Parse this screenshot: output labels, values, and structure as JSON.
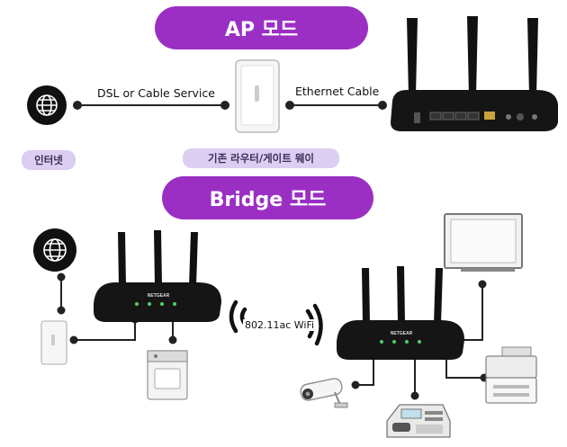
{
  "ap_mode": {
    "title": "AP 모드",
    "link_dsl": "DSL or Cable Service",
    "link_ethernet": "Ethernet Cable",
    "tag_internet": "인터넷",
    "tag_router": "기존 라우터/게이트 웨이"
  },
  "bridge_mode": {
    "title": "Bridge 모드",
    "wifi_label": "802.11ac WiFi"
  },
  "device_brand": "NETGEAR",
  "colors": {
    "accent": "#9b2fc4",
    "tag_bg": "#dccdf2",
    "line": "#222222"
  },
  "icons": [
    "globe-icon",
    "router-icon",
    "modem-icon",
    "monitor-icon",
    "printer-icon",
    "camera-icon",
    "phone-icon",
    "wifi-icon",
    "console-icon"
  ]
}
